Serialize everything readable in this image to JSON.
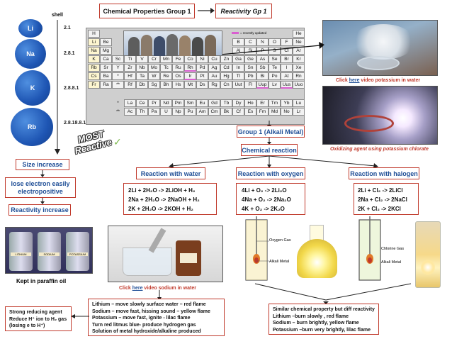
{
  "title": "Chemical Properties Group 1",
  "title_link": "Reactivity Gp 1",
  "shell_label": "shell",
  "elements": [
    {
      "symbol": "Li",
      "shell": "2.1"
    },
    {
      "symbol": "Na",
      "shell": "2.8.1"
    },
    {
      "symbol": "K",
      "shell": "2.8.8.1"
    },
    {
      "symbol": "Rb",
      "shell": "2.8.18.8.1"
    }
  ],
  "most_reactive": "MOST Reactive",
  "size_increase": "Size increase",
  "lose_electron": "lose electron easily electropositive",
  "reactivity_increase": "Reactivity increase",
  "bottle_labels": [
    "LITHIUM",
    "SODIUM",
    "POTASSIUM"
  ],
  "kept_in_oil": "Kept in paraffin oil",
  "periodic_legend": "= recently updated",
  "periodic_cells": [
    [
      "H",
      "",
      "",
      "",
      "",
      "",
      "",
      "",
      "",
      "",
      "",
      "",
      "",
      "",
      "",
      "",
      "",
      "He"
    ],
    [
      "Li",
      "Be",
      "",
      "",
      "",
      "",
      "",
      "",
      "",
      "",
      "",
      "",
      "B",
      "C",
      "N",
      "O",
      "F",
      "Ne"
    ],
    [
      "Na",
      "Mg",
      "",
      "",
      "",
      "",
      "",
      "",
      "",
      "",
      "",
      "",
      "Al",
      "Si",
      "P",
      "S",
      "Cl",
      "Ar"
    ],
    [
      "K",
      "Ca",
      "Sc",
      "Ti",
      "V",
      "Cr",
      "Mn",
      "Fe",
      "Co",
      "Ni",
      "Cu",
      "Zn",
      "Ga",
      "Ge",
      "As",
      "Se",
      "Br",
      "Kr"
    ],
    [
      "Rb",
      "Sr",
      "Y",
      "Zr",
      "Nb",
      "Mo",
      "Tc",
      "Ru",
      "Rh",
      "Pd",
      "Ag",
      "Cd",
      "In",
      "Sn",
      "Sb",
      "Te",
      "I",
      "Xe"
    ],
    [
      "Cs",
      "Ba",
      "*",
      "Hf",
      "Ta",
      "W",
      "Re",
      "Os",
      "Ir",
      "Pt",
      "Au",
      "Hg",
      "Tl",
      "Pb",
      "Bi",
      "Po",
      "At",
      "Rn"
    ],
    [
      "Fr",
      "Ra",
      "**",
      "Rf",
      "Db",
      "Sg",
      "Bh",
      "Hs",
      "Mt",
      "Ds",
      "Rg",
      "Cn",
      "Uut",
      "Fl",
      "Uup",
      "Lv",
      "Uus",
      "Uuo"
    ]
  ],
  "lanthanides": [
    "*",
    "La",
    "Ce",
    "Pr",
    "Nd",
    "Pm",
    "Sm",
    "Eu",
    "Gd",
    "Tb",
    "Dy",
    "Ho",
    "Er",
    "Tm",
    "Yb",
    "Lu"
  ],
  "actinides": [
    "**",
    "Ac",
    "Th",
    "Pa",
    "U",
    "Np",
    "Pu",
    "Am",
    "Cm",
    "Bk",
    "Cf",
    "Es",
    "Fm",
    "Md",
    "No",
    "Lr"
  ],
  "potassium_caption": {
    "pre": "Click ",
    "link": "here",
    "post": " video potassium in water"
  },
  "chlorate_caption": "Oxidizing agent using potassium chlorate",
  "group1_box": "Group 1 (Alkali Metal)",
  "chemical_reaction": "Chemical reaction",
  "reaction_water": "Reaction with water",
  "reaction_oxygen": "Reaction with oxygen",
  "reaction_halogen": "Reaction with halogen",
  "water_equations": [
    "2Li  + 2H₂O -> 2LiOH + H₂",
    "2Na + 2H₂O -> 2NaOH + H₂",
    "2K   + 2H₂O -> 2KOH + H₂"
  ],
  "oxygen_equations": [
    "4Li  + O₂  -> 2Li₂O",
    "4Na + O₂  -> 2Na₂O",
    "4K   + O₂  -> 2K₂O"
  ],
  "halogen_equations": [
    "2Li  + Cl₂  -> 2LiCl",
    "2Na + Cl₂  -> 2NaCl",
    "2K   + Cl₂  -> 2KCl"
  ],
  "oxygen_gas_label": "Oxygen Gas",
  "alkali_metal_label": "Alkali Metal",
  "chlorine_gas_label": "Chlorine Gas",
  "alkali_metal_label_2": "Alkali Metal",
  "sodium_caption": {
    "pre": "Click ",
    "link": "here",
    "post": " video sodium in water"
  },
  "water_notes": [
    "Lithium – move slowly surface water – red flame",
    "Sodium – move fast, hissing sound – yellow flame",
    "Potassium – move fast, ignite - lilac flame",
    "Turn red litmus blue- produce hydrogen gas",
    "Solution of metal hydroxide/alkaline  produced"
  ],
  "reducing_notes": [
    "Strong reducing agent",
    "Reduce H⁺ ion to H₂ gas",
    "(losing e to H⁺)"
  ],
  "similar_notes": [
    "Similar chemical property but diff reactivity",
    "Lithium –burn slowly , red flame",
    "Sodium – burn brightly, yellow flame",
    "Potassium –burn very brightly, lilac flame"
  ],
  "colors": {
    "accent_red": "#c0392b",
    "accent_blue": "#1f4e96",
    "circle_blue": "#1e55b3"
  }
}
